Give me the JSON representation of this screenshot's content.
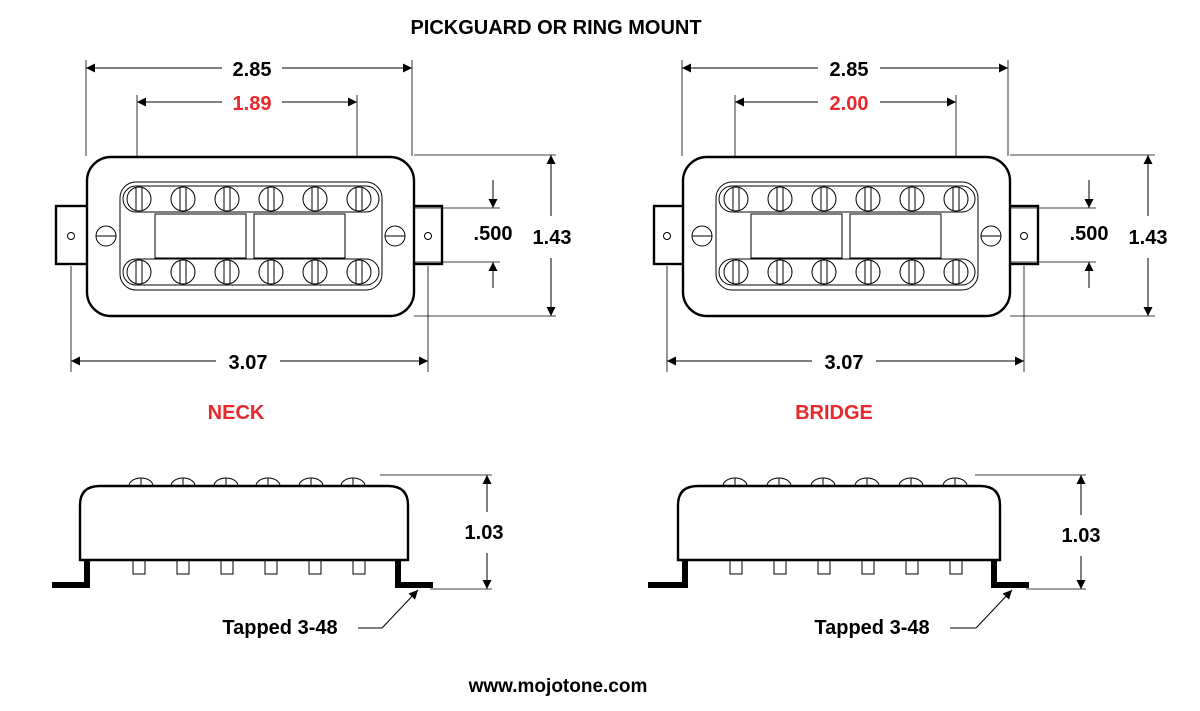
{
  "title": "PICKGUARD OR RING MOUNT",
  "footer_url": "www.mojotone.com",
  "colors": {
    "accent_red": "#e8282b",
    "ink": "#000000"
  },
  "pickups": [
    {
      "name": "NECK",
      "dimensions": {
        "outer_width": "2.85",
        "pole_spacing": "1.89",
        "total_length": "3.07",
        "height": "1.43",
        "pole_row_gap": ".500",
        "side_height": "1.03"
      },
      "tap_label": "Tapped 3-48"
    },
    {
      "name": "BRIDGE",
      "dimensions": {
        "outer_width": "2.85",
        "pole_spacing": "2.00",
        "total_length": "3.07",
        "height": "1.43",
        "pole_row_gap": ".500",
        "side_height": "1.03"
      },
      "tap_label": "Tapped 3-48"
    }
  ]
}
